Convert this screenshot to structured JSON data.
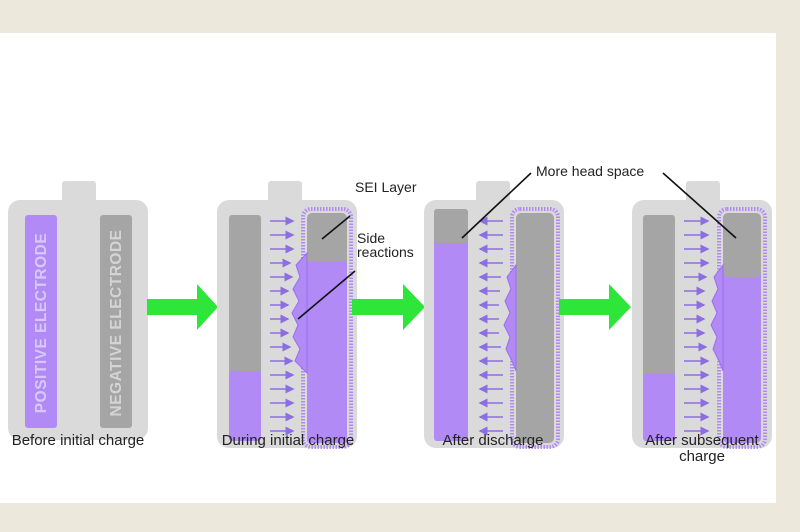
{
  "electrodes": {
    "positive": "POSITIVE ELECTRODE",
    "negative": "NEGATIVE ELECTRODE"
  },
  "annotations": {
    "sei_layer": "SEI Layer",
    "side_reactions_line1": "Side",
    "side_reactions_line2": "reactions",
    "head_space": "More head space"
  },
  "stages": [
    {
      "label": "Before initial charge"
    },
    {
      "label": "During initial charge"
    },
    {
      "label": "After discharge"
    },
    {
      "label_line1": "After subsequent",
      "label_line2": "charge"
    }
  ],
  "colors": {
    "shell": "#dadada",
    "gray_electrode": "#a5a5a5",
    "lithium": "#b18af5",
    "arrow": "#2ee63a",
    "ion_arrow": "#8c6ee0"
  }
}
